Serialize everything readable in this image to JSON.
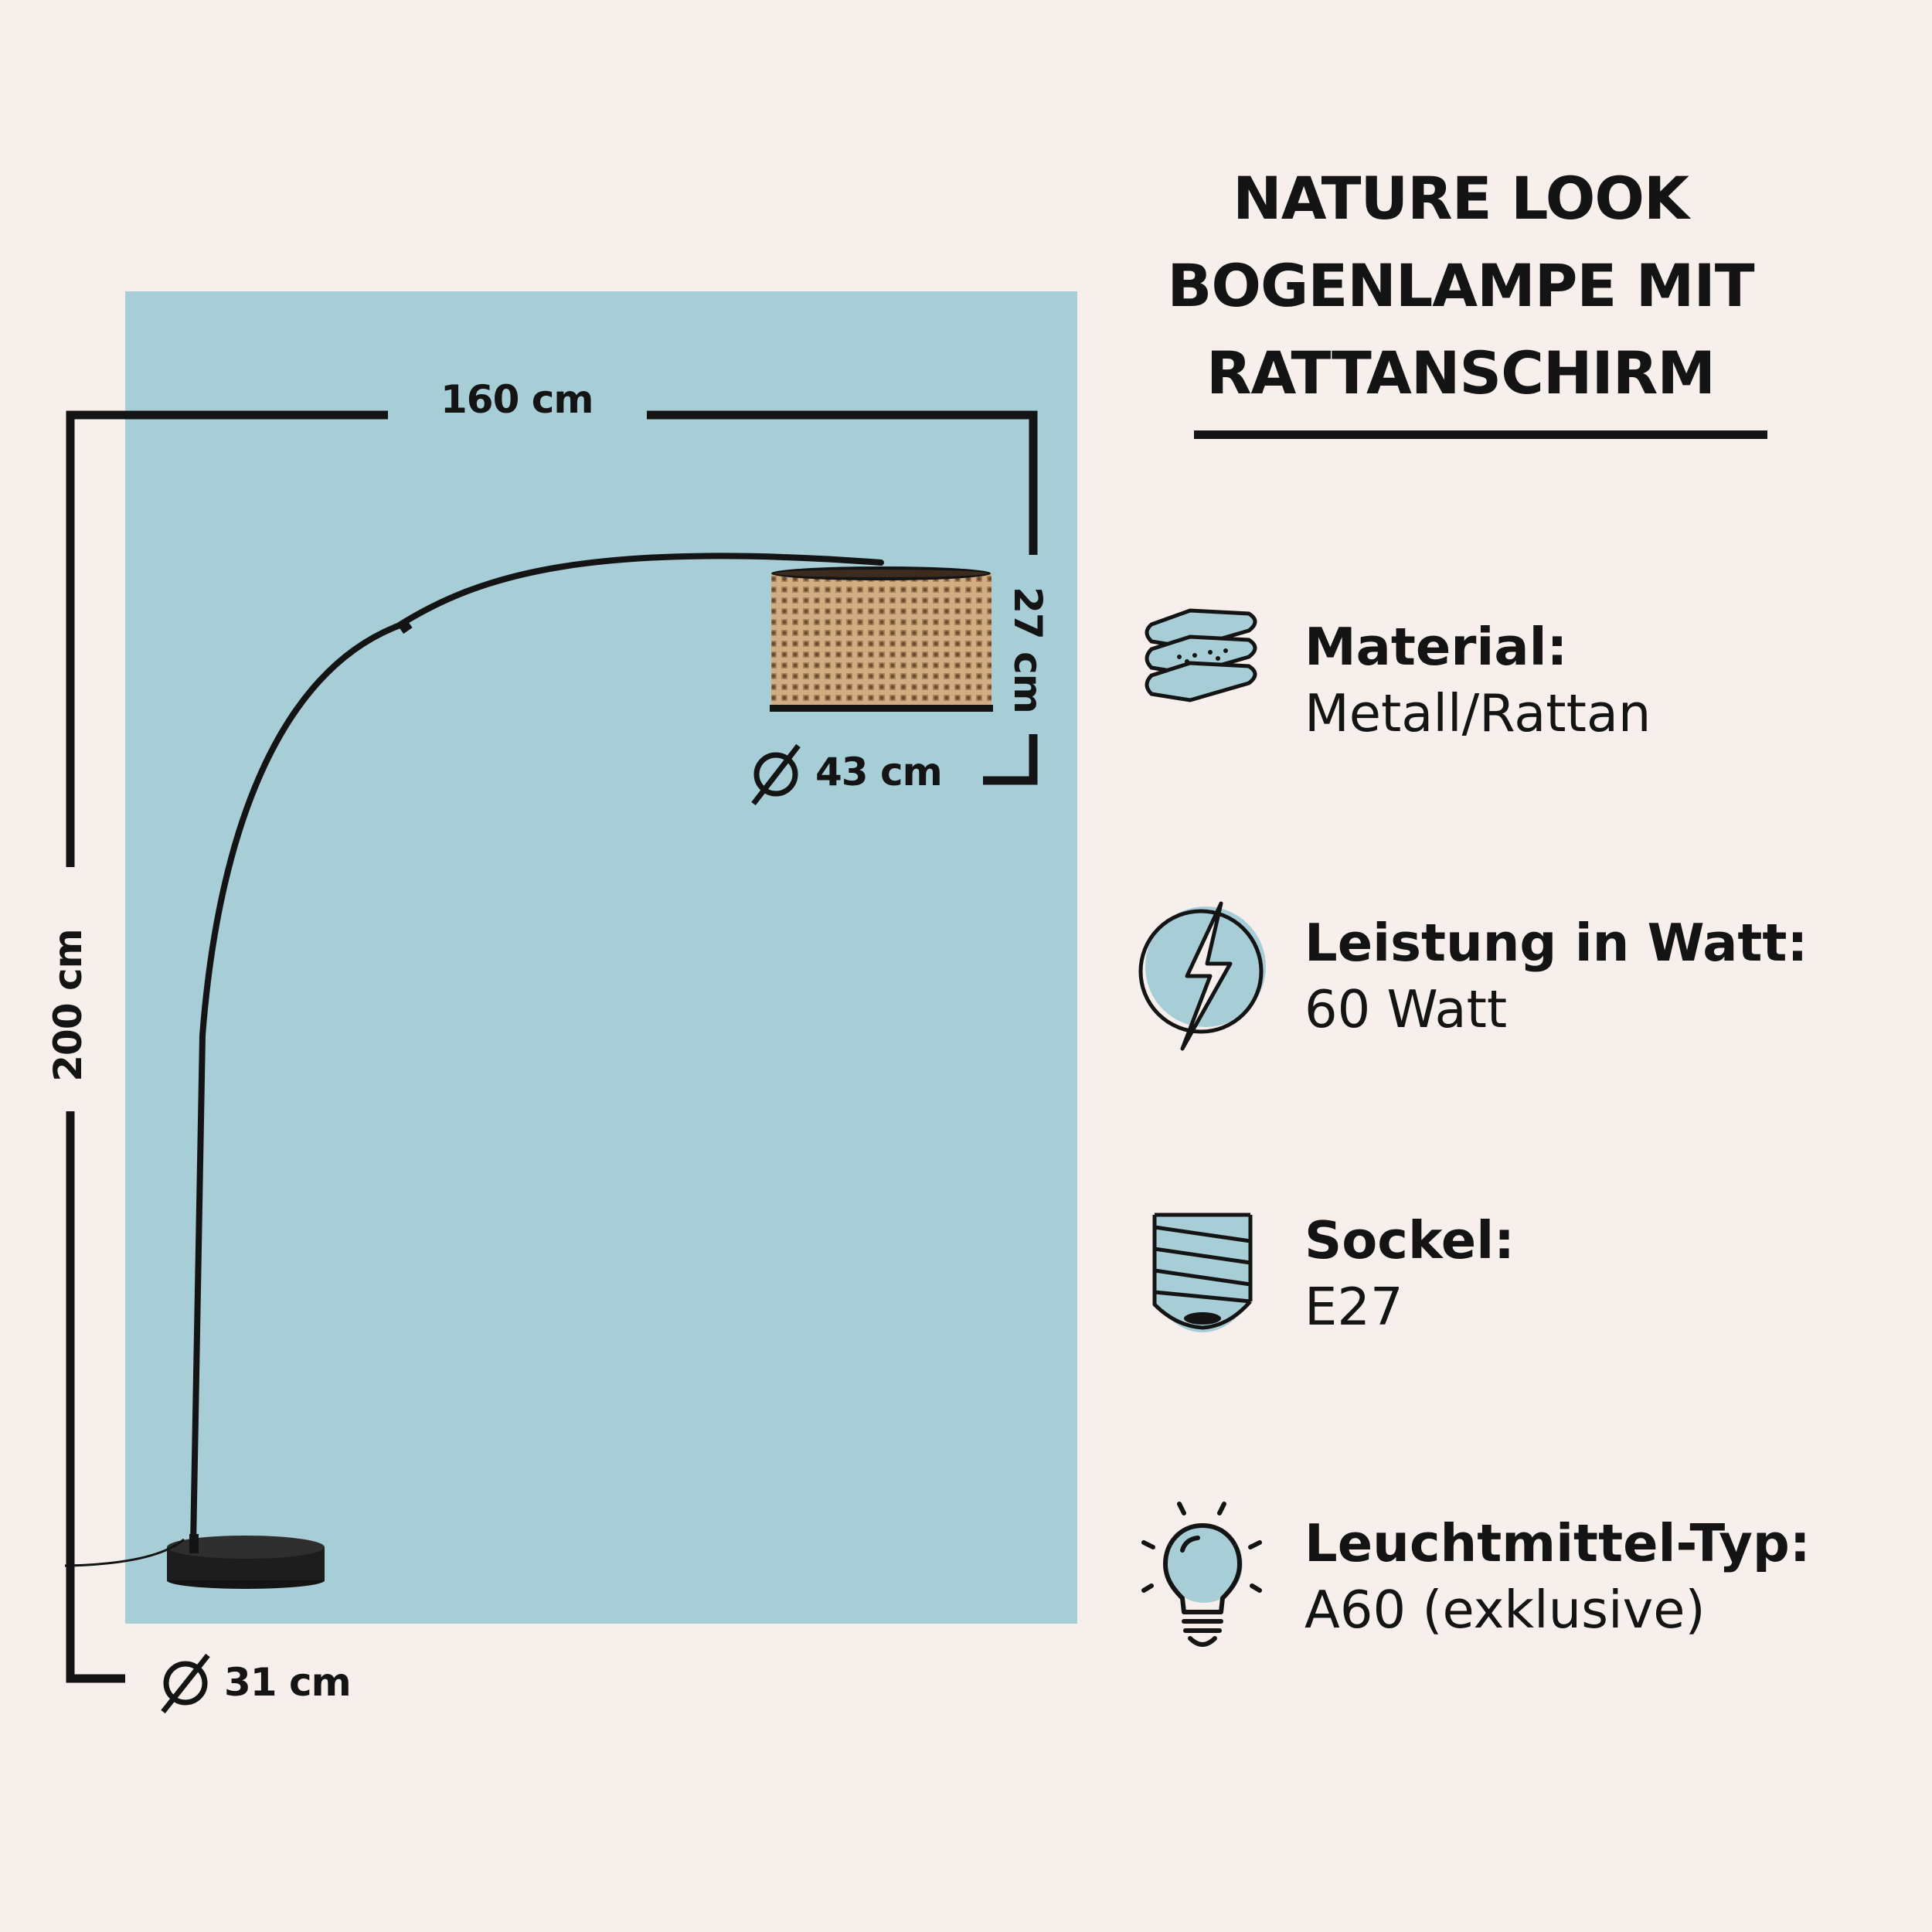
{
  "title": {
    "line1": "NATURE LOOK",
    "line2": "BOGENLAMPE MIT",
    "line3": "RATTANSCHIRM"
  },
  "dimensions": {
    "width": "160 cm",
    "height": "200 cm",
    "shade_height": "27 cm",
    "shade_diameter": "43 cm",
    "base_diameter": "31 cm",
    "diameter_symbol": "⌀"
  },
  "features": [
    {
      "icon": "layers-icon",
      "label": "Material:",
      "value": "Metall/Rattan"
    },
    {
      "icon": "lightning-icon",
      "label": "Leistung in Watt:",
      "value": "60 Watt"
    },
    {
      "icon": "socket-icon",
      "label": "Sockel:",
      "value": "E27"
    },
    {
      "icon": "bulb-icon",
      "label": "Leuchtmittel-Typ:",
      "value": "A60 (exklusive)"
    }
  ],
  "colors": {
    "background": "#f7efec",
    "panel": "#a7cdd6",
    "ink": "#141414",
    "rattan": "#c9a37a"
  }
}
